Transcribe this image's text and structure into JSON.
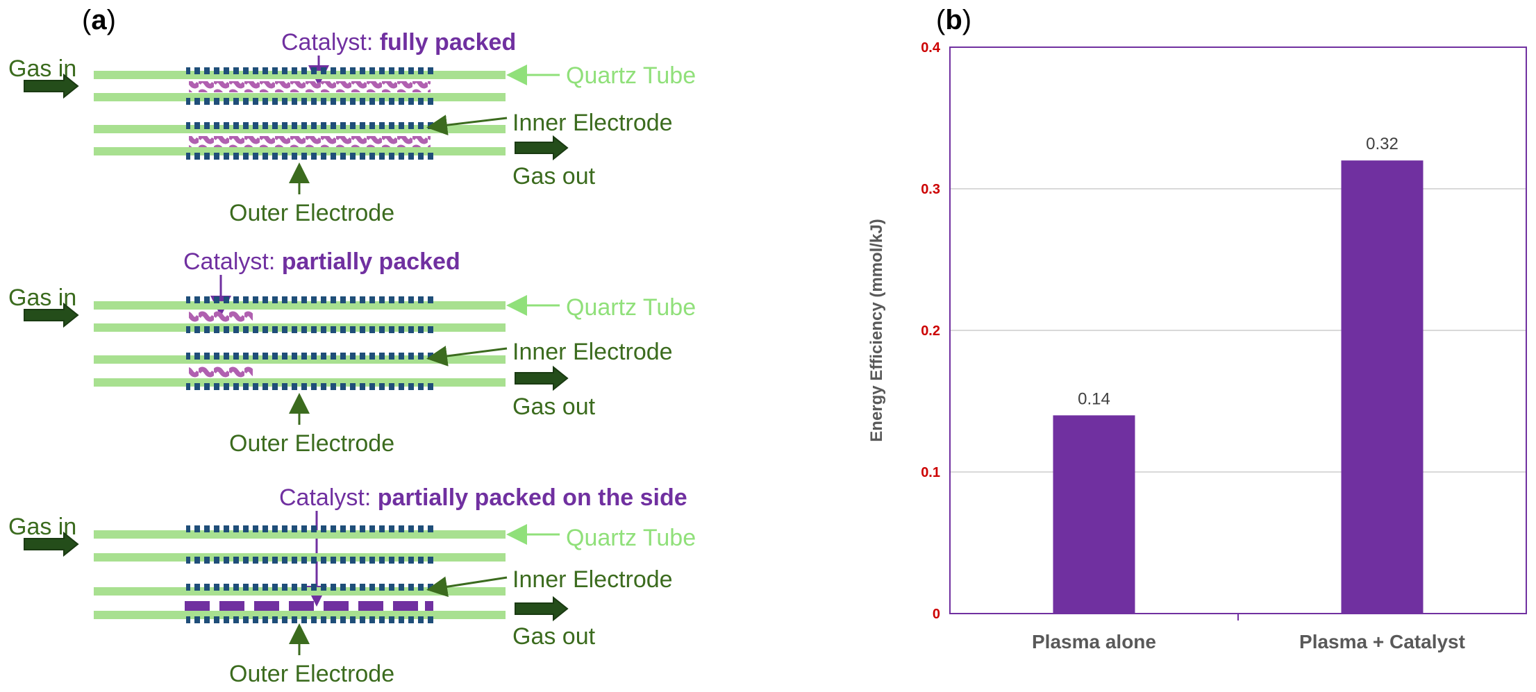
{
  "panel_a": {
    "label_open": "(",
    "label_letter": "a",
    "label_close": ")",
    "reactors": [
      {
        "catalyst_prefix": "Catalyst: ",
        "catalyst_type": "fully packed",
        "gas_in": "Gas in",
        "quartz_tube": "Quartz Tube",
        "inner_electrode": "Inner Electrode",
        "gas_out": "Gas out",
        "outer_electrode": "Outer Electrode"
      },
      {
        "catalyst_prefix": "Catalyst: ",
        "catalyst_type": "partially packed",
        "gas_in": "Gas in",
        "quartz_tube": "Quartz Tube",
        "inner_electrode": "Inner Electrode",
        "gas_out": "Gas out",
        "outer_electrode": "Outer Electrode"
      },
      {
        "catalyst_prefix": "Catalyst: ",
        "catalyst_type": "partially packed on the side",
        "gas_in": "Gas in",
        "quartz_tube": "Quartz Tube",
        "inner_electrode": "Inner Electrode",
        "gas_out": "Gas out",
        "outer_electrode": "Outer Electrode"
      }
    ],
    "colors": {
      "quartz": "#a8e090",
      "electrode": "#1f4e79",
      "catalyst": "#b060b0",
      "arrow": "#244d1a",
      "label_dark_green": "#3b6b1e",
      "label_light_green": "#90e07a",
      "catalyst_text": "#7030a0"
    }
  },
  "panel_b": {
    "label_open": "(",
    "label_letter": "b",
    "label_close": ")"
  },
  "chart_data": {
    "type": "bar",
    "categories": [
      "Plasma alone",
      "Plasma + Catalyst"
    ],
    "values": [
      0.14,
      0.32
    ],
    "data_labels": [
      "0.14",
      "0.32"
    ],
    "title": "",
    "xlabel": "",
    "ylabel": "Energy Efficiency (mmol/kJ)",
    "ylim": [
      0,
      0.4
    ],
    "yticks": [
      0,
      0.1,
      0.2,
      0.3,
      0.4
    ],
    "ytick_labels": [
      "0",
      "0.1",
      "0.2",
      "0.3",
      "0.4"
    ],
    "grid": true,
    "bar_color": "#7030a0",
    "frame_color": "#7030a0",
    "tick_label_color": "#cc0000"
  }
}
